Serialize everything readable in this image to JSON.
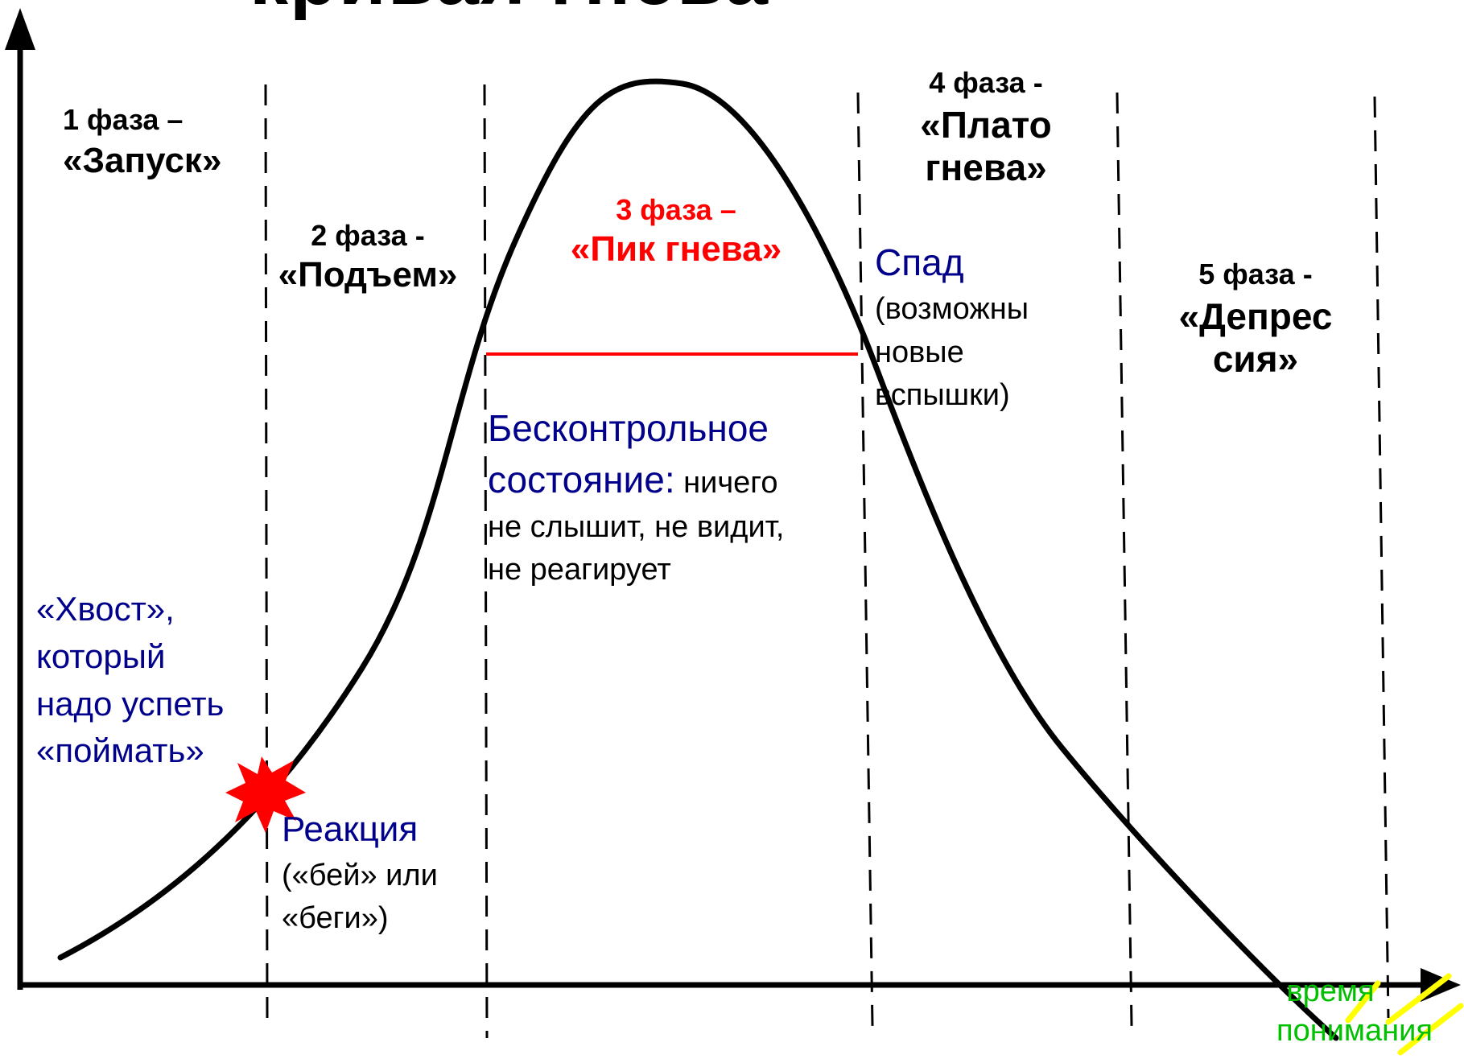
{
  "title": {
    "partial": "кривая гнева",
    "marker_color": "#cc00cc"
  },
  "phases": [
    {
      "line1": "1 фаза –",
      "line2": "«Запуск»"
    },
    {
      "line1": "2  фаза -",
      "line2": "«Подъем»"
    },
    {
      "line1": "3 фаза –",
      "line2": "«Пик гнева»"
    },
    {
      "line1": "4  фаза -",
      "line2": "«Плато",
      "line3": "гнева»"
    },
    {
      "line1": "5  фаза -",
      "line2": "«Депрес",
      "line3": "сия»"
    }
  ],
  "notes": {
    "tail": {
      "line1": "«Хвост»,",
      "line2": "который",
      "line3": "надо успеть",
      "line4": "«поймать»"
    },
    "reaction": {
      "title": "Реакция",
      "line2": "(«бей» или",
      "line3": "«беги»)"
    },
    "uncontrolled": {
      "lead1": "Бесконтрольное",
      "lead2": "состояние:",
      "rest2": " ничего",
      "line3": "не слышит, не видит,",
      "line4": "не реагирует"
    },
    "decline": {
      "title": "Спад",
      "line2": "(возможны",
      "line3": "новые",
      "line4": "вспышки)"
    }
  },
  "axis": {
    "x_caption_line1": "время",
    "x_caption_line2": "понимания"
  },
  "colors": {
    "curve": "#000000",
    "threshold": "#ff0000",
    "burst": "#ff0000",
    "yellow_marks": "#ffff00",
    "phase_dividers": "#000000"
  },
  "icons": {
    "burst": "explosion-burst-icon",
    "y_arrow": "arrowhead-up-icon",
    "x_arrow": "arrowhead-right-icon"
  }
}
